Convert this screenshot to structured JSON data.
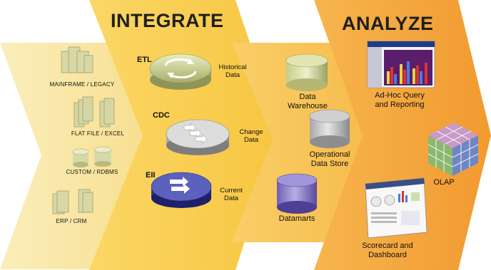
{
  "headers": {
    "integrate": "INTEGRATE",
    "analyze": "ANALYZE"
  },
  "sources": {
    "mainframe": "MAINFRAME / LEGACY",
    "flatfile": "FLAT FILE / EXCEL",
    "custom": "CUSTOM / RDBMS",
    "erp": "ERP / CRM"
  },
  "integrate": {
    "etl_tag": "ETL",
    "etl_label": "Historical\nData",
    "cdc_tag": "CDC",
    "cdc_label": "Change\nData",
    "eii_tag": "EII",
    "eii_label": "Current\nData"
  },
  "stores": {
    "warehouse": "Data\nWarehouse",
    "ods": "Operational\nData Store",
    "datamarts": "Datamarts"
  },
  "analyze": {
    "adhoc": "Ad-Hoc Query\nand Reporting",
    "olap": "OLAP",
    "scorecard": "Scorecard and\nDashboard"
  },
  "colors": {
    "source_band": "#f9e7a6",
    "integrate_band": "#f8cd4e",
    "store_band": "#f8c14f",
    "analyze_band": "#f4a63a"
  }
}
